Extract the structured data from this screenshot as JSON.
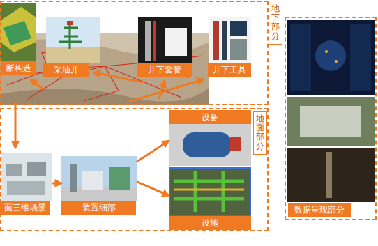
{
  "diagram": {
    "nodes": [
      {
        "text": [
          "地下部分"
        ]
      },
      {
        "text": [
          "断构造"
        ],
        "in": 0
      },
      {
        "text": [
          "采油井"
        ],
        "in": 0
      },
      {
        "text": [
          "井下套管"
        ],
        "in": 0
      },
      {
        "text": [
          "井下工具"
        ],
        "in": 0
      },
      {
        "text": [
          "地面部分"
        ]
      },
      {
        "text": [
          "面三维场景"
        ],
        "in": 5
      },
      {
        "text": [
          "装置细部"
        ],
        "in": 5
      },
      {
        "text": [
          "设备"
        ],
        "in": 5
      },
      {
        "text": [
          "设施"
        ],
        "in": 5
      },
      {
        "text": [
          "数据呈现部分"
        ]
      }
    ],
    "edges": [
      {
        "from": 6,
        "to": 7,
        "arrow": "to"
      },
      {
        "from": 7,
        "to": 8,
        "arrow": "to"
      },
      {
        "from": 7,
        "to": 9,
        "arrow": "to"
      }
    ]
  }
}
